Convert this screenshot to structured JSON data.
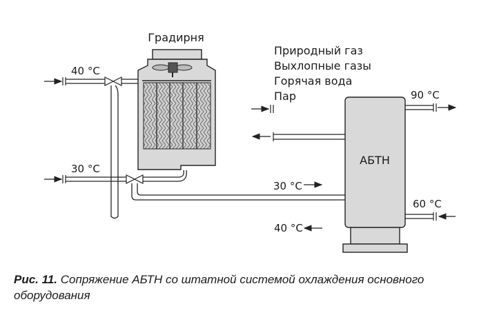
{
  "diagram": {
    "tower_label": "Градирня",
    "sources": [
      "Природный газ",
      "Выхлопные газы",
      "Горячая вода",
      "Пар"
    ],
    "abtn_label": "АБТН",
    "temps": {
      "left_top": "40 °C",
      "left_mid": "30 °C",
      "supply_30": "30 °C",
      "return_40": "40 °C",
      "out_90": "90 °C",
      "in_60": "60 °C"
    }
  },
  "caption": {
    "number": "Рис. 11.",
    "text": "Сопряжение АБТН со штатной системой охлаждения основного оборудования"
  },
  "colors": {
    "line": "#222222",
    "fill": "#d9d9d9"
  }
}
